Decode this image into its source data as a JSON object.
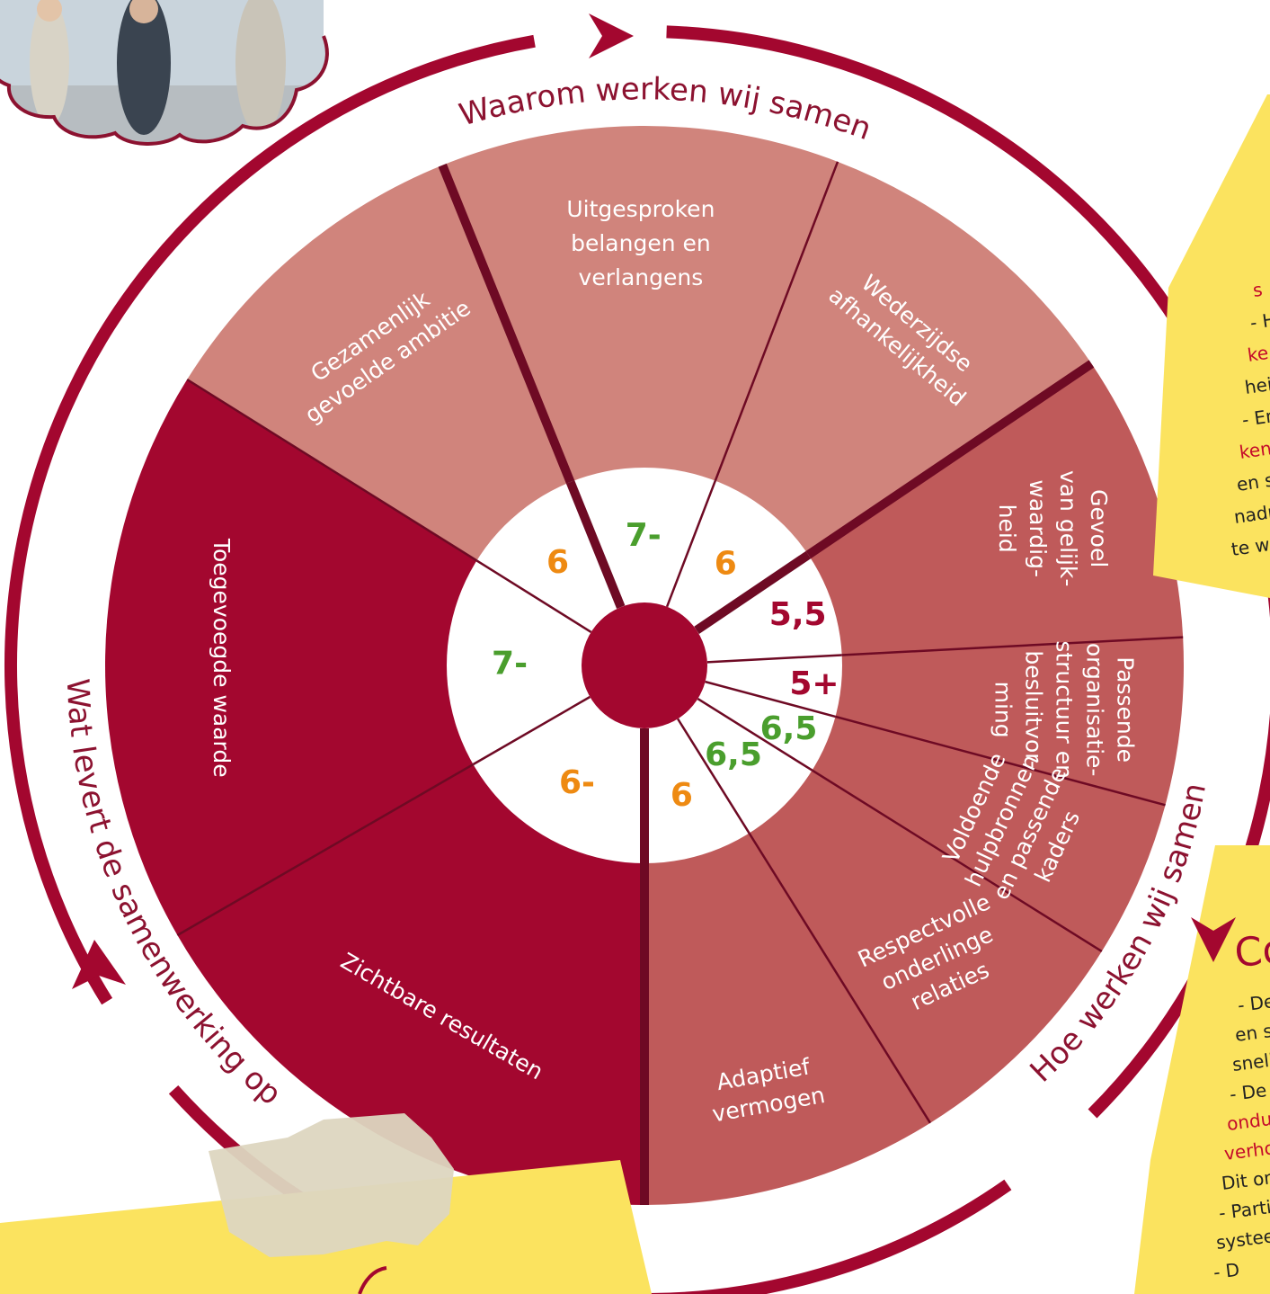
{
  "colors": {
    "dark": "#a3072f",
    "medium": "#bf5a5a",
    "light": "#d0847c",
    "ring": "#a3072f",
    "divider": "#6e0a24",
    "score_orange": "#ee8a12",
    "score_green": "#4a9e2d",
    "score_red": "#a3072f",
    "note_yellow": "#fbe35f"
  },
  "ring_labels": {
    "top": "Waarom werken wij samen",
    "right": "Hoe werken wij samen",
    "left": "Wat levert de samenwerking op"
  },
  "segments": [
    {
      "id": "uitgesproken",
      "lines": [
        "Uitgesproken",
        "belangen en",
        "verlangens"
      ],
      "score": "7-",
      "score_color": "green",
      "group": "light"
    },
    {
      "id": "wederzijdse",
      "lines": [
        "Wederzijdse",
        "afhankelijkheid"
      ],
      "score": "6",
      "score_color": "orange",
      "group": "light"
    },
    {
      "id": "gelijkwaardigheid",
      "lines": [
        "Gevoel",
        "van gelijk-",
        "waardig-",
        "heid"
      ],
      "score": "5,5",
      "score_color": "red",
      "group": "medium"
    },
    {
      "id": "organisatiestructuur",
      "lines": [
        "Passende",
        "organisatie-",
        "structuur en",
        "besluitvor-",
        "ming"
      ],
      "score": "5+",
      "score_color": "red",
      "group": "medium"
    },
    {
      "id": "hulpbronnen",
      "lines": [
        "Voldoende",
        "hulpbronnen",
        "en passende",
        "kaders"
      ],
      "score": "6,5",
      "score_color": "green",
      "group": "medium"
    },
    {
      "id": "relaties",
      "lines": [
        "Respectvolle",
        "onderlinge",
        "relaties"
      ],
      "score": "6,5",
      "score_color": "green",
      "group": "medium"
    },
    {
      "id": "adaptief",
      "lines": [
        "Adaptief",
        "vermogen"
      ],
      "score": "6",
      "score_color": "orange",
      "group": "medium"
    },
    {
      "id": "resultaten",
      "lines": [
        "Zichtbare resultaten"
      ],
      "score": "6-",
      "score_color": "orange",
      "group": "dark"
    },
    {
      "id": "toegevoegde",
      "lines": [
        "Toegevoegde waarde"
      ],
      "score": "7-",
      "score_color": "green",
      "group": "dark"
    },
    {
      "id": "ambitie",
      "lines": [
        "Gezamenlijk",
        "gevoelde ambitie"
      ],
      "score": "6",
      "score_color": "orange",
      "group": "light"
    }
  ],
  "notes": {
    "top_right": [
      {
        "text": "s",
        "color": "red"
      },
      {
        "text": "- He",
        "color": "dark"
      },
      {
        "text": "ke",
        "color": "red"
      },
      {
        "text": "hei",
        "color": "dark"
      },
      {
        "text": "- Er is",
        "color": "dark"
      },
      {
        "text": "kenin",
        "color": "red"
      },
      {
        "text": "en ste",
        "color": "mixed"
      },
      {
        "text": "nadru",
        "color": "dark"
      },
      {
        "text": "te wein",
        "color": "dark"
      }
    ],
    "bottom_right_title": "Co",
    "bottom_right": [
      {
        "text": "- De",
        "color": "dark"
      },
      {
        "text": "en s",
        "color": "dark"
      },
      {
        "text": "snell",
        "color": "dark"
      },
      {
        "text": "- De st",
        "color": "mixed"
      },
      {
        "text": "onduid",
        "color": "red"
      },
      {
        "text": "verhou",
        "color": "red"
      },
      {
        "text": "Dit onde",
        "color": "dark"
      },
      {
        "text": "- Partijen",
        "color": "dark"
      },
      {
        "text": "systeemv",
        "color": "dark"
      },
      {
        "text": "- D",
        "color": "dark"
      }
    ]
  }
}
